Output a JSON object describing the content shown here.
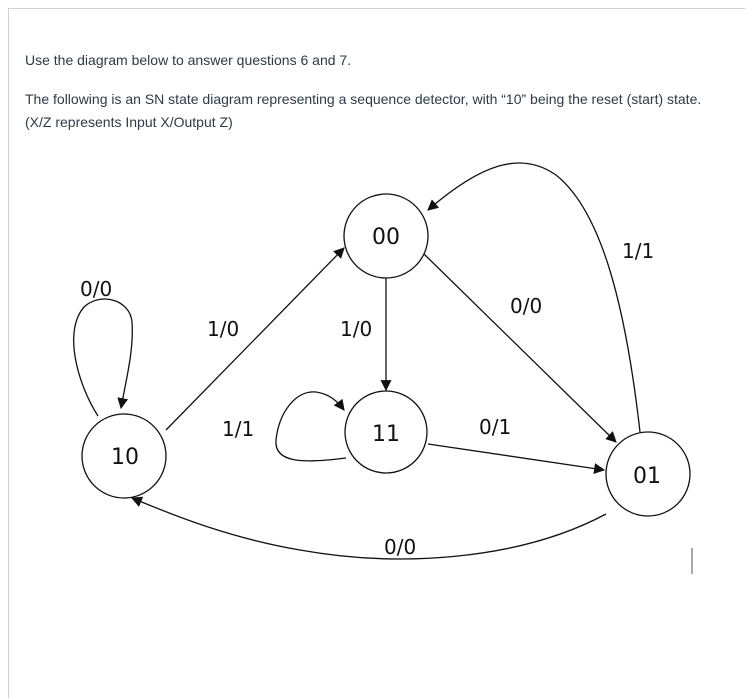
{
  "intro": "Use the diagram below to answer questions 6 and 7.",
  "description": "The following is an SN state diagram representing a sequence detector, with “10” being the reset (start) state. (X/Z represents Input X/Output Z)",
  "states": {
    "s00": "00",
    "s10": "10",
    "s11": "11",
    "s01": "01"
  },
  "transitions": {
    "self10": "0/0",
    "t10to00": "1/0",
    "t00to11": "1/0",
    "self11": "1/1",
    "t00to01": "0/0",
    "t01to00": "1/1",
    "t11to01": "0/1",
    "t01to10": "0/0"
  }
}
